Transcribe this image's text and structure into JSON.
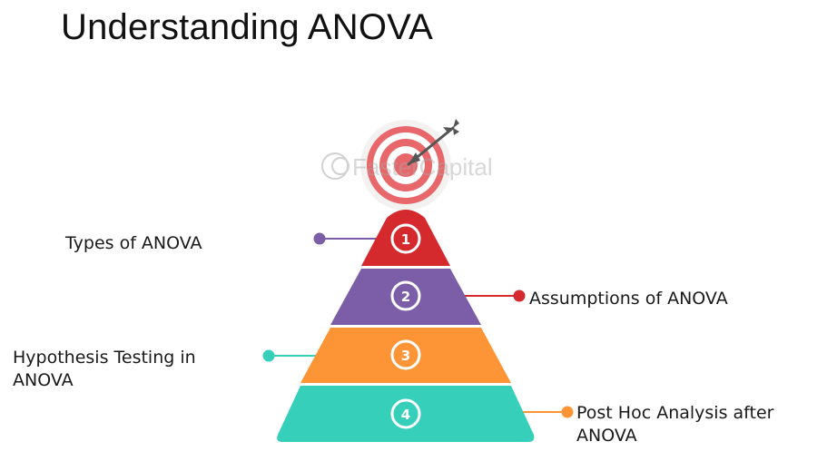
{
  "title": "Understanding ANOVA",
  "watermark": "FasterCapital",
  "levels": [
    {
      "number": "1",
      "label": "Types of ANOVA",
      "side": "left",
      "color": "#d42a2d"
    },
    {
      "number": "2",
      "label": "Assumptions of ANOVA",
      "side": "right",
      "color": "#7b5ea7"
    },
    {
      "number": "3",
      "label": "Hypothesis Testing in ANOVA",
      "side": "left",
      "color": "#fd9537"
    },
    {
      "number": "4",
      "label": "Post Hoc Analysis after ANOVA",
      "side": "right",
      "color": "#36cfba"
    }
  ],
  "colors": {
    "target_red": "#e8676b",
    "target_glow": "#f4f0f0",
    "arrow": "#555555"
  },
  "icons": [
    "target-icon",
    "arrow-icon"
  ]
}
